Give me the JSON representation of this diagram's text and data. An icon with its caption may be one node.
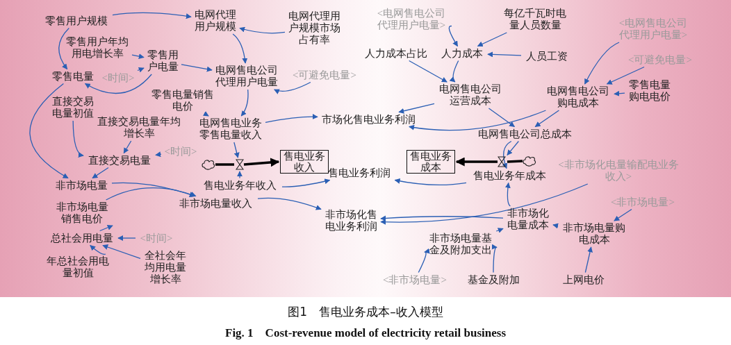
{
  "diagram": {
    "caption": "图1　售电业务成本–收入模型",
    "nodes": [
      {
        "text": [
          "零售用户规模"
        ]
      },
      {
        "text": [
          "电网代理用户规模"
        ]
      },
      {
        "text": [
          "电网代理用户规模市场占有率"
        ]
      },
      {
        "text": [
          "零售用户年均用电增长率"
        ]
      },
      {
        "text": [
          "零售用户电量"
        ]
      },
      {
        "text": [
          "零售电量"
        ]
      },
      {
        "text": [
          "<时间>"
        ]
      },
      {
        "text": [
          "电网售电公司代理用户电量"
        ]
      },
      {
        "text": [
          "<可避免电量>"
        ]
      },
      {
        "text": [
          "直接交易电量初值"
        ]
      },
      {
        "text": [
          "零售电量销售电价"
        ]
      },
      {
        "text": [
          "直接交易电量年均增长率"
        ]
      },
      {
        "text": [
          "电网售电业务零售电量收入"
        ]
      },
      {
        "text": [
          "市场化售电业务利润"
        ]
      },
      {
        "text": [
          "<时间>"
        ]
      },
      {
        "text": [
          "直接交易电量"
        ]
      },
      {
        "text": [],
        "shape": "cloud"
      },
      {
        "text": [
          "售电业务收入"
        ]
      },
      {
        "text": [
          "售电业务利润"
        ]
      },
      {
        "text": [
          "售电业务年收入"
        ]
      },
      {
        "text": [
          "非市场电量"
        ]
      },
      {
        "text": [
          "非市场电量收入"
        ]
      },
      {
        "text": [
          "非市场电量销售电价"
        ]
      },
      {
        "text": [
          "总社会用电量"
        ]
      },
      {
        "text": [
          "<时间>"
        ]
      },
      {
        "text": [
          "年总社会用电量初值"
        ]
      },
      {
        "text": [
          "全社会年均用电量增长率"
        ]
      },
      {
        "text": [
          "非市场化售电业务利润"
        ]
      },
      {
        "text": [
          "<电网售电公司代理用户电量>"
        ]
      },
      {
        "text": [
          "每亿千瓦时电量人员数量"
        ]
      },
      {
        "text": [
          "人力成本占比"
        ]
      },
      {
        "text": [
          "人力成本"
        ]
      },
      {
        "text": [
          "人员工资"
        ]
      },
      {
        "text": [
          "电网售电公司运营成本"
        ]
      },
      {
        "text": [
          "<电网售电公司代理用户电量>"
        ]
      },
      {
        "text": [
          "<可避免电量>"
        ]
      },
      {
        "text": [
          "电网售电公司购电成本"
        ]
      },
      {
        "text": [
          "零售电量购电电价"
        ]
      },
      {
        "text": [
          "电网售电公司总成本"
        ]
      },
      {
        "text": [
          "售电业务成本"
        ]
      },
      {
        "text": [],
        "shape": "cloud"
      },
      {
        "text": [
          "售电业务年成本"
        ]
      },
      {
        "text": [
          "<非市场化电量输配电业务收入>"
        ]
      },
      {
        "text": [
          "<非市场电量>"
        ]
      },
      {
        "text": [
          "非市场化电量成本"
        ]
      },
      {
        "text": [
          "非市场电量购电成本"
        ]
      },
      {
        "text": [
          "非市场电量基金及附加支出"
        ]
      },
      {
        "text": [
          "<非市场电量>"
        ]
      },
      {
        "text": [
          "基金及附加"
        ]
      },
      {
        "text": [
          "上网电价"
        ]
      },
      {
        "text": [],
        "shape": "valve"
      },
      {
        "text": [],
        "shape": "valve"
      }
    ],
    "edges": [
      {
        "from": 0,
        "to": 1,
        "arrow": "to"
      },
      {
        "from": 0,
        "to": 5,
        "arrow": "to"
      },
      {
        "from": 2,
        "to": 1,
        "arrow": "to"
      },
      {
        "from": 1,
        "to": 7,
        "arrow": "to"
      },
      {
        "from": 3,
        "to": 4,
        "arrow": "to"
      },
      {
        "from": 6,
        "to": 4,
        "arrow": "to"
      },
      {
        "from": 4,
        "to": 7,
        "arrow": "to"
      },
      {
        "from": 4,
        "to": 5,
        "arrow": "to"
      },
      {
        "from": 8,
        "to": 7,
        "arrow": "to"
      },
      {
        "from": 7,
        "to": 12,
        "arrow": "to"
      },
      {
        "from": 10,
        "to": 12,
        "arrow": "to"
      },
      {
        "from": 12,
        "to": 13,
        "arrow": "to"
      },
      {
        "from": 5,
        "to": 20,
        "arrow": "to"
      },
      {
        "from": 9,
        "to": 15,
        "arrow": "to"
      },
      {
        "from": 11,
        "to": 15,
        "arrow": "to"
      },
      {
        "from": 14,
        "to": 15,
        "arrow": "to"
      },
      {
        "from": 15,
        "to": 20,
        "arrow": "to"
      },
      {
        "from": 16,
        "to": 50,
        "arrow": "none",
        "style": "thick",
        "color": "#000000"
      },
      {
        "from": 50,
        "to": 17,
        "arrow": "to",
        "style": "thick",
        "color": "#000000"
      },
      {
        "from": 12,
        "to": 50,
        "arrow": "to"
      },
      {
        "from": 19,
        "to": 50,
        "arrow": "to"
      },
      {
        "from": 19,
        "to": 18,
        "arrow": "to"
      },
      {
        "from": 20,
        "to": 21,
        "arrow": "to"
      },
      {
        "from": 22,
        "to": 21,
        "arrow": "to"
      },
      {
        "from": 23,
        "to": 22,
        "arrow": "to"
      },
      {
        "from": 24,
        "to": 23,
        "arrow": "to"
      },
      {
        "from": 25,
        "to": 23,
        "arrow": "to"
      },
      {
        "from": 26,
        "to": 23,
        "arrow": "to"
      },
      {
        "from": 21,
        "to": 27,
        "arrow": "to"
      },
      {
        "from": 28,
        "to": 31,
        "arrow": "to"
      },
      {
        "from": 29,
        "to": 31,
        "arrow": "to"
      },
      {
        "from": 32,
        "to": 31,
        "arrow": "to"
      },
      {
        "from": 30,
        "to": 33,
        "arrow": "to"
      },
      {
        "from": 31,
        "to": 33,
        "arrow": "to"
      },
      {
        "from": 33,
        "to": 13,
        "arrow": "to"
      },
      {
        "from": 33,
        "to": 38,
        "arrow": "to"
      },
      {
        "from": 34,
        "to": 36,
        "arrow": "to"
      },
      {
        "from": 35,
        "to": 36,
        "arrow": "to"
      },
      {
        "from": 37,
        "to": 36,
        "arrow": "to"
      },
      {
        "from": 36,
        "to": 38,
        "arrow": "to"
      },
      {
        "from": 36,
        "to": 13,
        "arrow": "to"
      },
      {
        "from": 40,
        "to": 51,
        "arrow": "none",
        "style": "thick",
        "color": "#000000"
      },
      {
        "from": 51,
        "to": 39,
        "arrow": "to",
        "style": "thick",
        "color": "#000000"
      },
      {
        "from": 38,
        "to": 51,
        "arrow": "to"
      },
      {
        "from": 38,
        "to": 41,
        "arrow": "to"
      },
      {
        "from": 41,
        "to": 18,
        "arrow": "to"
      },
      {
        "from": 44,
        "to": 41,
        "arrow": "to"
      },
      {
        "from": 42,
        "to": 27,
        "arrow": "to"
      },
      {
        "from": 44,
        "to": 27,
        "arrow": "to"
      },
      {
        "from": 43,
        "to": 45,
        "arrow": "to"
      },
      {
        "from": 45,
        "to": 44,
        "arrow": "to"
      },
      {
        "from": 46,
        "to": 44,
        "arrow": "to"
      },
      {
        "from": 47,
        "to": 46,
        "arrow": "to"
      },
      {
        "from": 48,
        "to": 46,
        "arrow": "to"
      },
      {
        "from": 49,
        "to": 45,
        "arrow": "to"
      }
    ],
    "labels": [
      "Fig. 1　Cost-revenue model of electricity retail business"
    ]
  }
}
